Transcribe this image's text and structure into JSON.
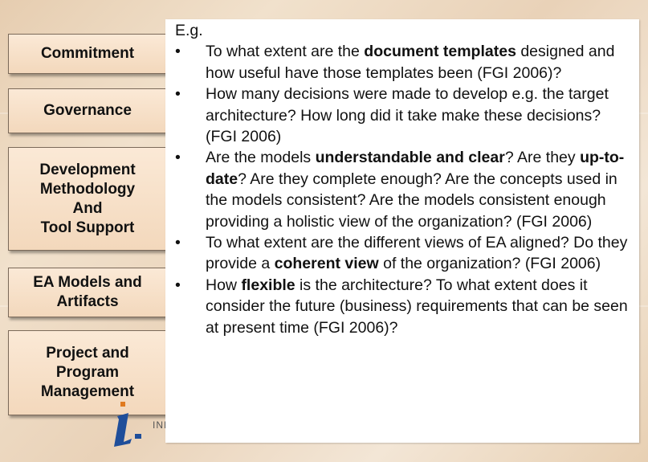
{
  "sidebar": {
    "boxes": [
      {
        "label": "Commitment"
      },
      {
        "label": "Governance"
      },
      {
        "label": "Development\nMethodology\nAnd\nTool Support"
      },
      {
        "label": "EA Models and\nArtifacts"
      },
      {
        "label": "Project and\nProgram\nManagement"
      }
    ]
  },
  "callout": {
    "intro": "E.g.",
    "bullet_glyph": "•",
    "items": [
      {
        "pre": "To what extent are the ",
        "bold1": "document templates",
        "mid": " designed and how useful have those templates been (FGI 2006)?",
        "bold2": "",
        "post": ""
      },
      {
        "pre": "How many decisions were made to develop e.g. the target architecture? How long did it take make these decisions? (FGI 2006)",
        "bold1": "",
        "mid": "",
        "bold2": "",
        "post": ""
      },
      {
        "pre": "Are the models ",
        "bold1": "understandable and clear",
        "mid": "? Are they ",
        "bold2": "up-to-date",
        "post": "? Are they complete enough? Are the concepts used in the models consistent? Are the models consistent enough providing a holistic view of the organization? (FGI 2006)"
      },
      {
        "pre": "To what extent are the different views of EA aligned? Do they provide a ",
        "bold1": "coherent view",
        "mid": " of the organization? (FGI 2006)",
        "bold2": "",
        "post": ""
      },
      {
        "pre": "How ",
        "bold1": "flexible",
        "mid": " is the architecture? To what extent does it consider the future (business) requirements that can be seen at present time (FGI 2006)?",
        "bold2": "",
        "post": ""
      }
    ]
  },
  "logo": {
    "text": "INF",
    "accent": "#e07a1f",
    "color": "#1f4e9a"
  }
}
